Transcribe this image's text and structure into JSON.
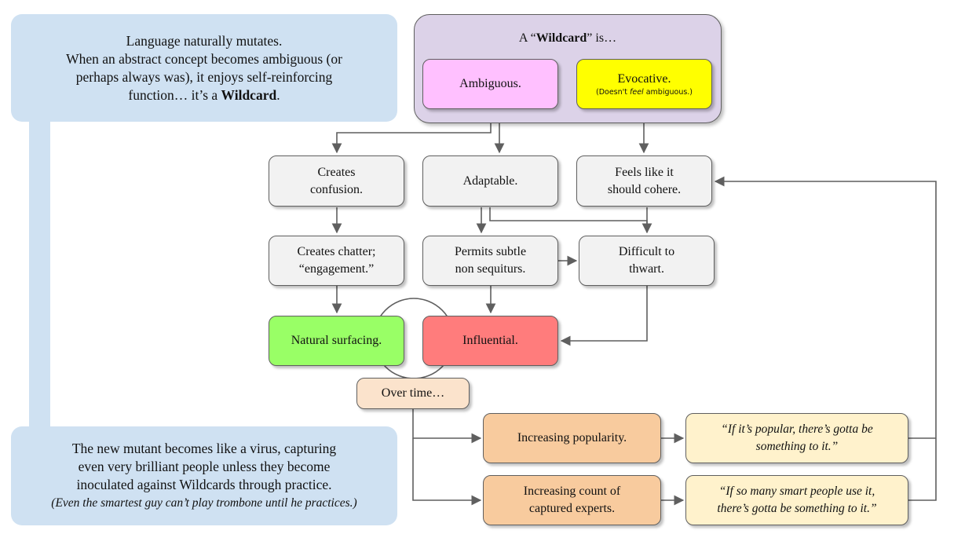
{
  "callouts": {
    "top": {
      "lines": [
        "Language naturally mutates.",
        "When an abstract concept becomes ambiguous (or",
        "perhaps always was), it enjoys self-reinforcing"
      ],
      "last_prefix": "function… it’s a ",
      "last_bold": "Wildcard",
      "last_suffix": "."
    },
    "bottom": {
      "lines": [
        "The new mutant becomes like a virus, capturing",
        "even very brilliant people unless they become",
        "inoculated against Wildcards through practice."
      ],
      "italic_note": "(Even the smartest guy can’t play trombone until he practices.)"
    }
  },
  "wildcard_box": {
    "title_prefix": "A “",
    "title_bold": "Wildcard",
    "title_suffix": "” is…",
    "ambiguous": "Ambiguous.",
    "evocative": "Evocative.",
    "evocative_note_prefix": "(Doesn't ",
    "evocative_note_italic": "feel",
    "evocative_note_suffix": " ambiguous.)"
  },
  "nodes": {
    "creates_confusion": [
      "Creates",
      "confusion."
    ],
    "adaptable": [
      "Adaptable."
    ],
    "feels_cohere": [
      "Feels like it",
      "should cohere."
    ],
    "creates_chatter": [
      "Creates chatter;",
      "“engagement.”"
    ],
    "non_sequiturs": [
      "Permits subtle",
      "non sequiturs."
    ],
    "difficult": [
      "Difficult to",
      "thwart."
    ],
    "natural_surfacing": [
      "Natural surfacing."
    ],
    "influential": [
      "Influential."
    ],
    "over_time": [
      "Over time…"
    ],
    "popularity": [
      "Increasing popularity."
    ],
    "experts": [
      "Increasing count of",
      "captured experts."
    ],
    "quote_popular": [
      "“If it’s popular, there’s gotta be",
      "something to it.”"
    ],
    "quote_experts": [
      "“If so many smart people use it,",
      "there’s gotta be something to it.”"
    ]
  },
  "colors": {
    "callout_bg": "#cfe1f2",
    "container_bg": "#dcd2e8",
    "ambiguous": "#ffc0ff",
    "evocative": "#ffff00",
    "natural_surfacing": "#99ff66",
    "influential": "#ff7c7c",
    "over_time": "#fbe3cc",
    "peach": "#f8cb9e",
    "quote": "#fff2cc",
    "neutral": "#f2f2f2",
    "connector": "#5f5f5f"
  }
}
